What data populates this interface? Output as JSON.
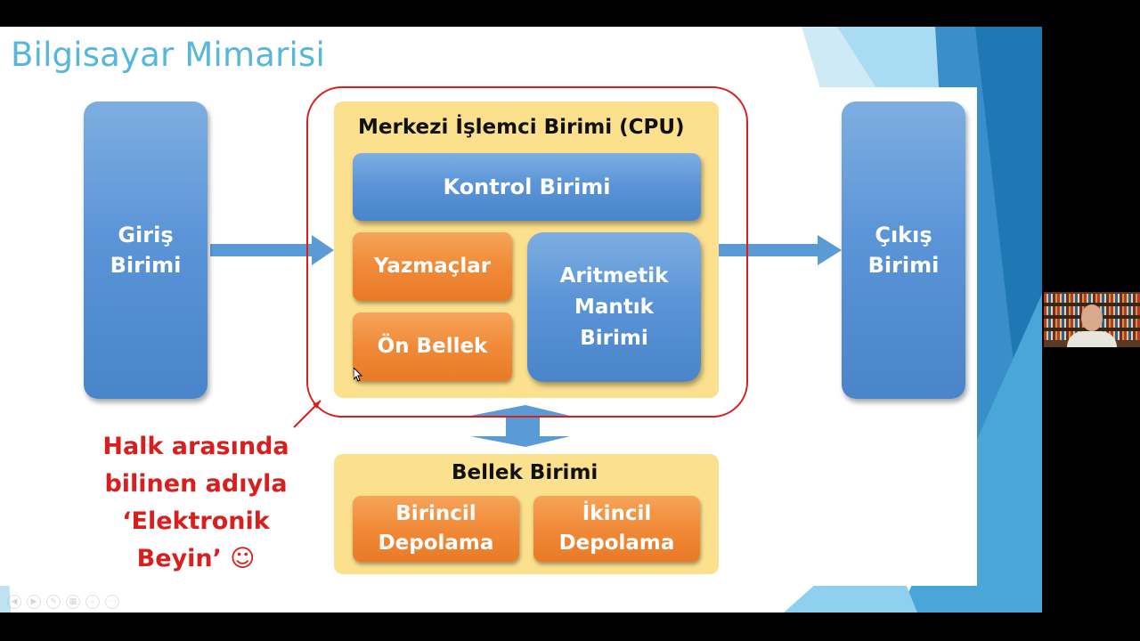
{
  "slide": {
    "title": "Bilgisayar Mimarisi"
  },
  "input_unit": {
    "line1": "Giriş",
    "line2": "Birimi"
  },
  "output_unit": {
    "line1": "Çıkış",
    "line2": "Birimi"
  },
  "cpu": {
    "title": "Merkezi İşlemci Birimi (CPU)",
    "control_unit": "Kontrol Birimi",
    "registers": "Yazmaçlar",
    "cache": "Ön Bellek",
    "alu": {
      "line1": "Aritmetik",
      "line2": "Mantık",
      "line3": "Birimi"
    }
  },
  "memory": {
    "title": "Bellek Birimi",
    "primary": {
      "line1": "Birincil",
      "line2": "Depolama"
    },
    "secondary": {
      "line1": "İkincil",
      "line2": "Depolama"
    }
  },
  "note": {
    "line1": "Halk arasında",
    "line2": "bilinen adıyla",
    "line3": "‘Elektronik",
    "line4": "Beyin’ ☺"
  },
  "colors": {
    "title": "#56b7dd",
    "blue_box": "#5b95d8",
    "orange_box": "#f08a38",
    "yellow_panel": "#fbe08e",
    "highlight_red": "#d91e1e",
    "arrow_blue": "#5b9bd5"
  },
  "icons": {
    "webcam": "presenter-webcam-thumbnail",
    "cursor": "mouse-pointer-icon"
  }
}
